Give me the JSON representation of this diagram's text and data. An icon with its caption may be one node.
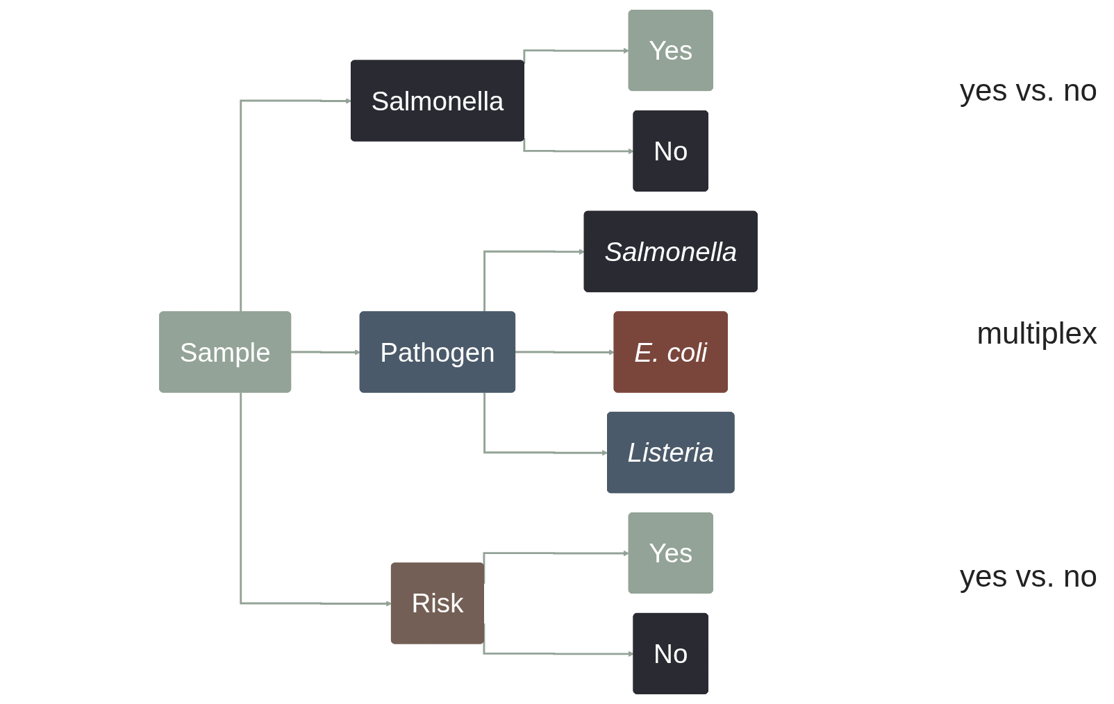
{
  "diagram": {
    "nodes": [
      {
        "text": [
          "Sample"
        ]
      },
      {
        "text": [
          "Salmonella"
        ]
      },
      {
        "text": [
          "Pathogen"
        ]
      },
      {
        "text": [
          "Risk"
        ]
      },
      {
        "text": [
          "Yes"
        ]
      },
      {
        "text": [
          "No"
        ]
      },
      {
        "text": [
          "Salmonella"
        ]
      },
      {
        "text": [
          "E. coli"
        ]
      },
      {
        "text": [
          "Listeria"
        ]
      },
      {
        "text": [
          "Yes"
        ]
      },
      {
        "text": [
          "No"
        ]
      }
    ],
    "edges": [
      {
        "from": 0,
        "to": 1,
        "arrow": "to"
      },
      {
        "from": 0,
        "to": 2,
        "arrow": "to"
      },
      {
        "from": 0,
        "to": 3,
        "arrow": "to"
      },
      {
        "from": 1,
        "to": 4,
        "arrow": "to"
      },
      {
        "from": 1,
        "to": 5,
        "arrow": "to"
      },
      {
        "from": 2,
        "to": 6,
        "arrow": "to"
      },
      {
        "from": 2,
        "to": 7,
        "arrow": "to"
      },
      {
        "from": 2,
        "to": 8,
        "arrow": "to"
      },
      {
        "from": 3,
        "to": 9,
        "arrow": "to"
      },
      {
        "from": 3,
        "to": 10,
        "arrow": "to"
      }
    ],
    "labels": [
      "yes vs. no",
      "multiplex",
      "yes vs. no"
    ]
  }
}
